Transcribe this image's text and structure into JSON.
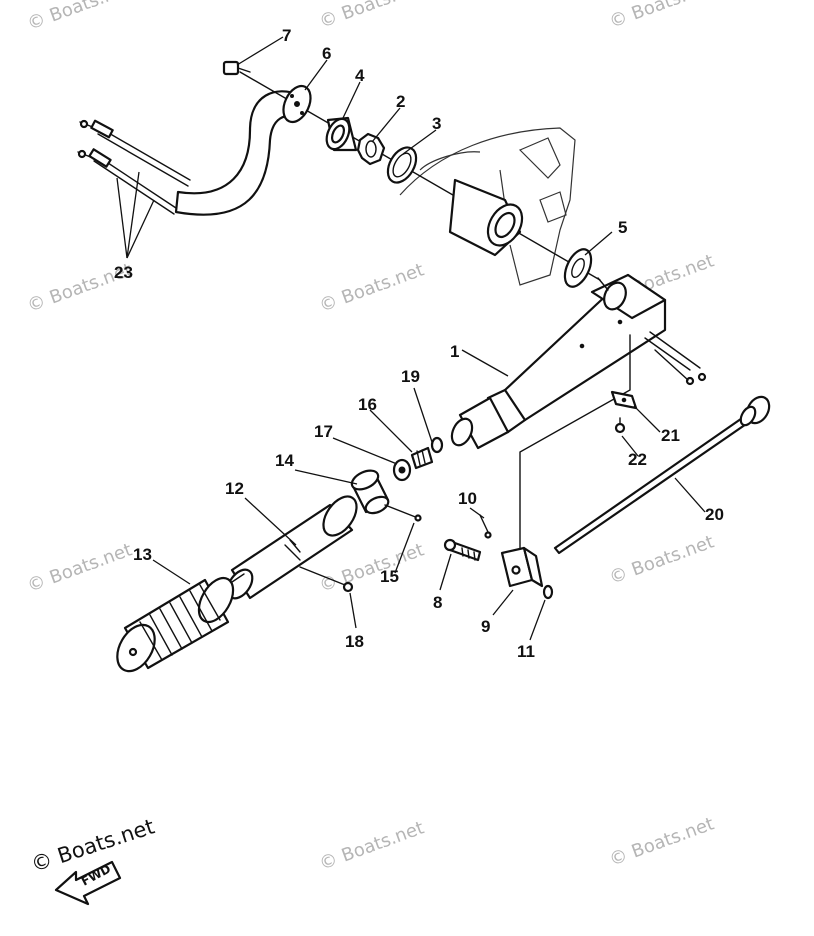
{
  "diagram": {
    "callouts": [
      {
        "id": "p1",
        "label": "1"
      },
      {
        "id": "p2",
        "label": "2"
      },
      {
        "id": "p3",
        "label": "3"
      },
      {
        "id": "p4",
        "label": "4"
      },
      {
        "id": "p5",
        "label": "5"
      },
      {
        "id": "p6",
        "label": "6"
      },
      {
        "id": "p7",
        "label": "7"
      },
      {
        "id": "p8",
        "label": "8"
      },
      {
        "id": "p9",
        "label": "9"
      },
      {
        "id": "p10",
        "label": "10"
      },
      {
        "id": "p11",
        "label": "11"
      },
      {
        "id": "p12",
        "label": "12"
      },
      {
        "id": "p13",
        "label": "13"
      },
      {
        "id": "p14",
        "label": "14"
      },
      {
        "id": "p15",
        "label": "15"
      },
      {
        "id": "p16",
        "label": "16"
      },
      {
        "id": "p17",
        "label": "17"
      },
      {
        "id": "p18",
        "label": "18"
      },
      {
        "id": "p19",
        "label": "19"
      },
      {
        "id": "p20",
        "label": "20"
      },
      {
        "id": "p21",
        "label": "21"
      },
      {
        "id": "p22",
        "label": "22"
      },
      {
        "id": "p23",
        "label": "23"
      }
    ]
  },
  "watermark": "© Boats.net",
  "copyright": "© Boats.net",
  "arrow_label": "FWD"
}
